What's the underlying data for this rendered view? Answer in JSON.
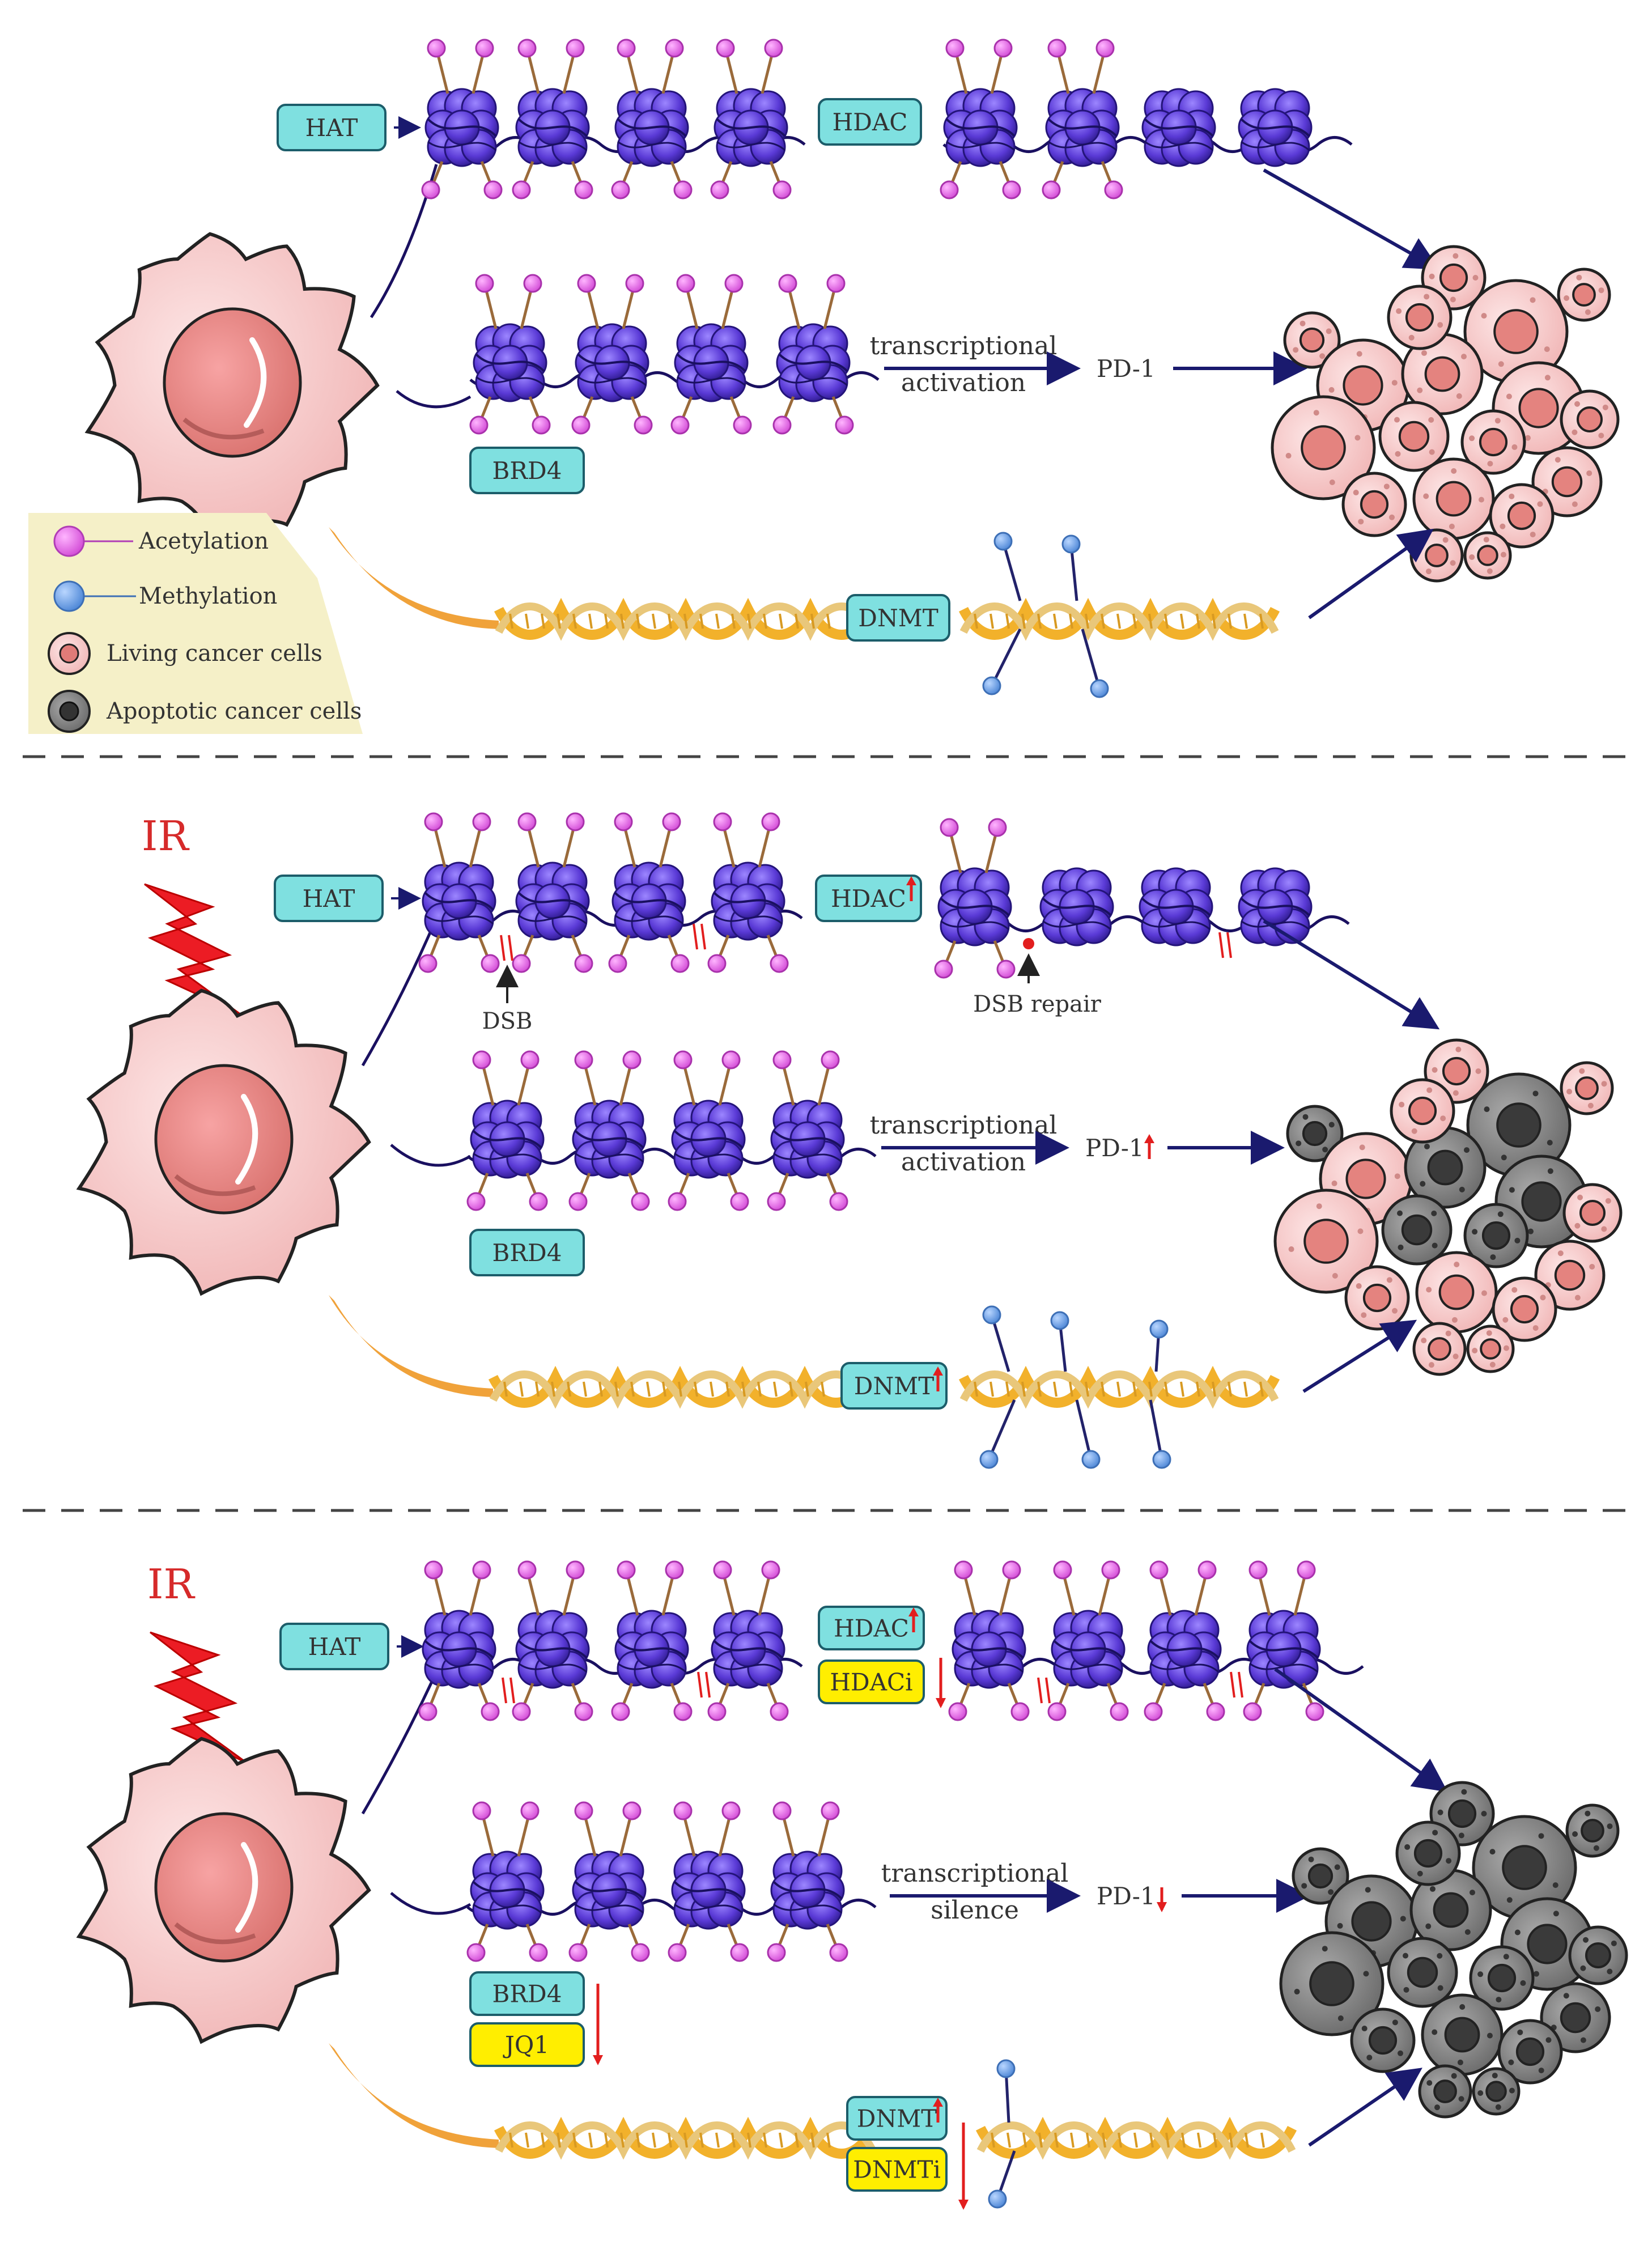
{
  "labels": {
    "hat": "HAT",
    "hdac": "HDAC",
    "hdaci": "HDACi",
    "brd4": "BRD4",
    "jq1": "JQ1",
    "dnmt": "DNMT",
    "dnmti": "DNMTi",
    "pd1": "PD-1",
    "transcriptional": "transcriptional",
    "activation": "activation",
    "silence": "silence",
    "ir": "IR",
    "dsb": "DSB",
    "dsb_repair": "DSB repair"
  },
  "legend": {
    "acetylation": "Acetylation",
    "methylation": "Methylation",
    "living": "Living cancer cells",
    "apoptotic": "Apoptotic cancer cells"
  },
  "colors": {
    "enzyme_box": "#7fe0e0",
    "inhibitor_box": "#ffee00",
    "nucleosome": "#5a3ad6",
    "acetyl": "#e46ae6",
    "methyl": "#6aa2e6",
    "arrow": "#1a1a6e",
    "up_down_arrow": "#e21e1e",
    "living_cell": "#f6c9c9",
    "apoptotic_cell": "#8a8a8a",
    "dna": "#f0b12d",
    "legend_bg": "#f5f0c8"
  }
}
